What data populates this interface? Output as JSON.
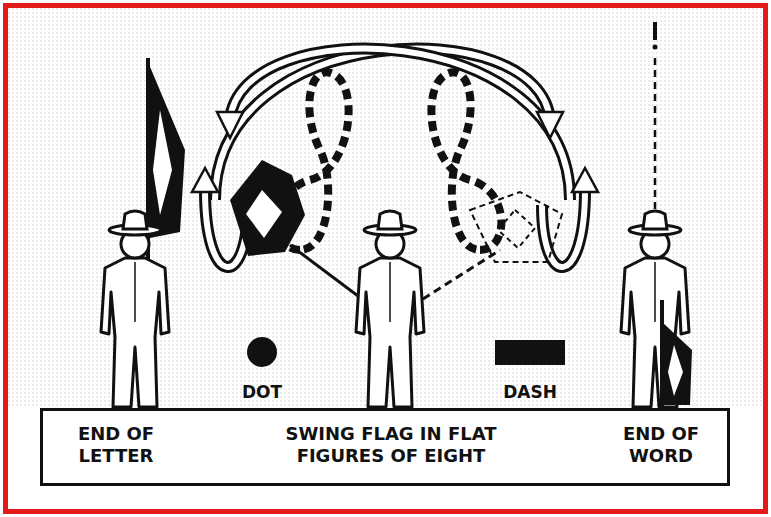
{
  "diagram": {
    "nodes": [
      {
        "text": [
          "END OF LETTER",
          "SWING FLAG IN FLAT FIGURES OF EIGHT",
          "END OF WORD"
        ]
      }
    ],
    "labels": [
      "DOT",
      "DASH"
    ]
  }
}
